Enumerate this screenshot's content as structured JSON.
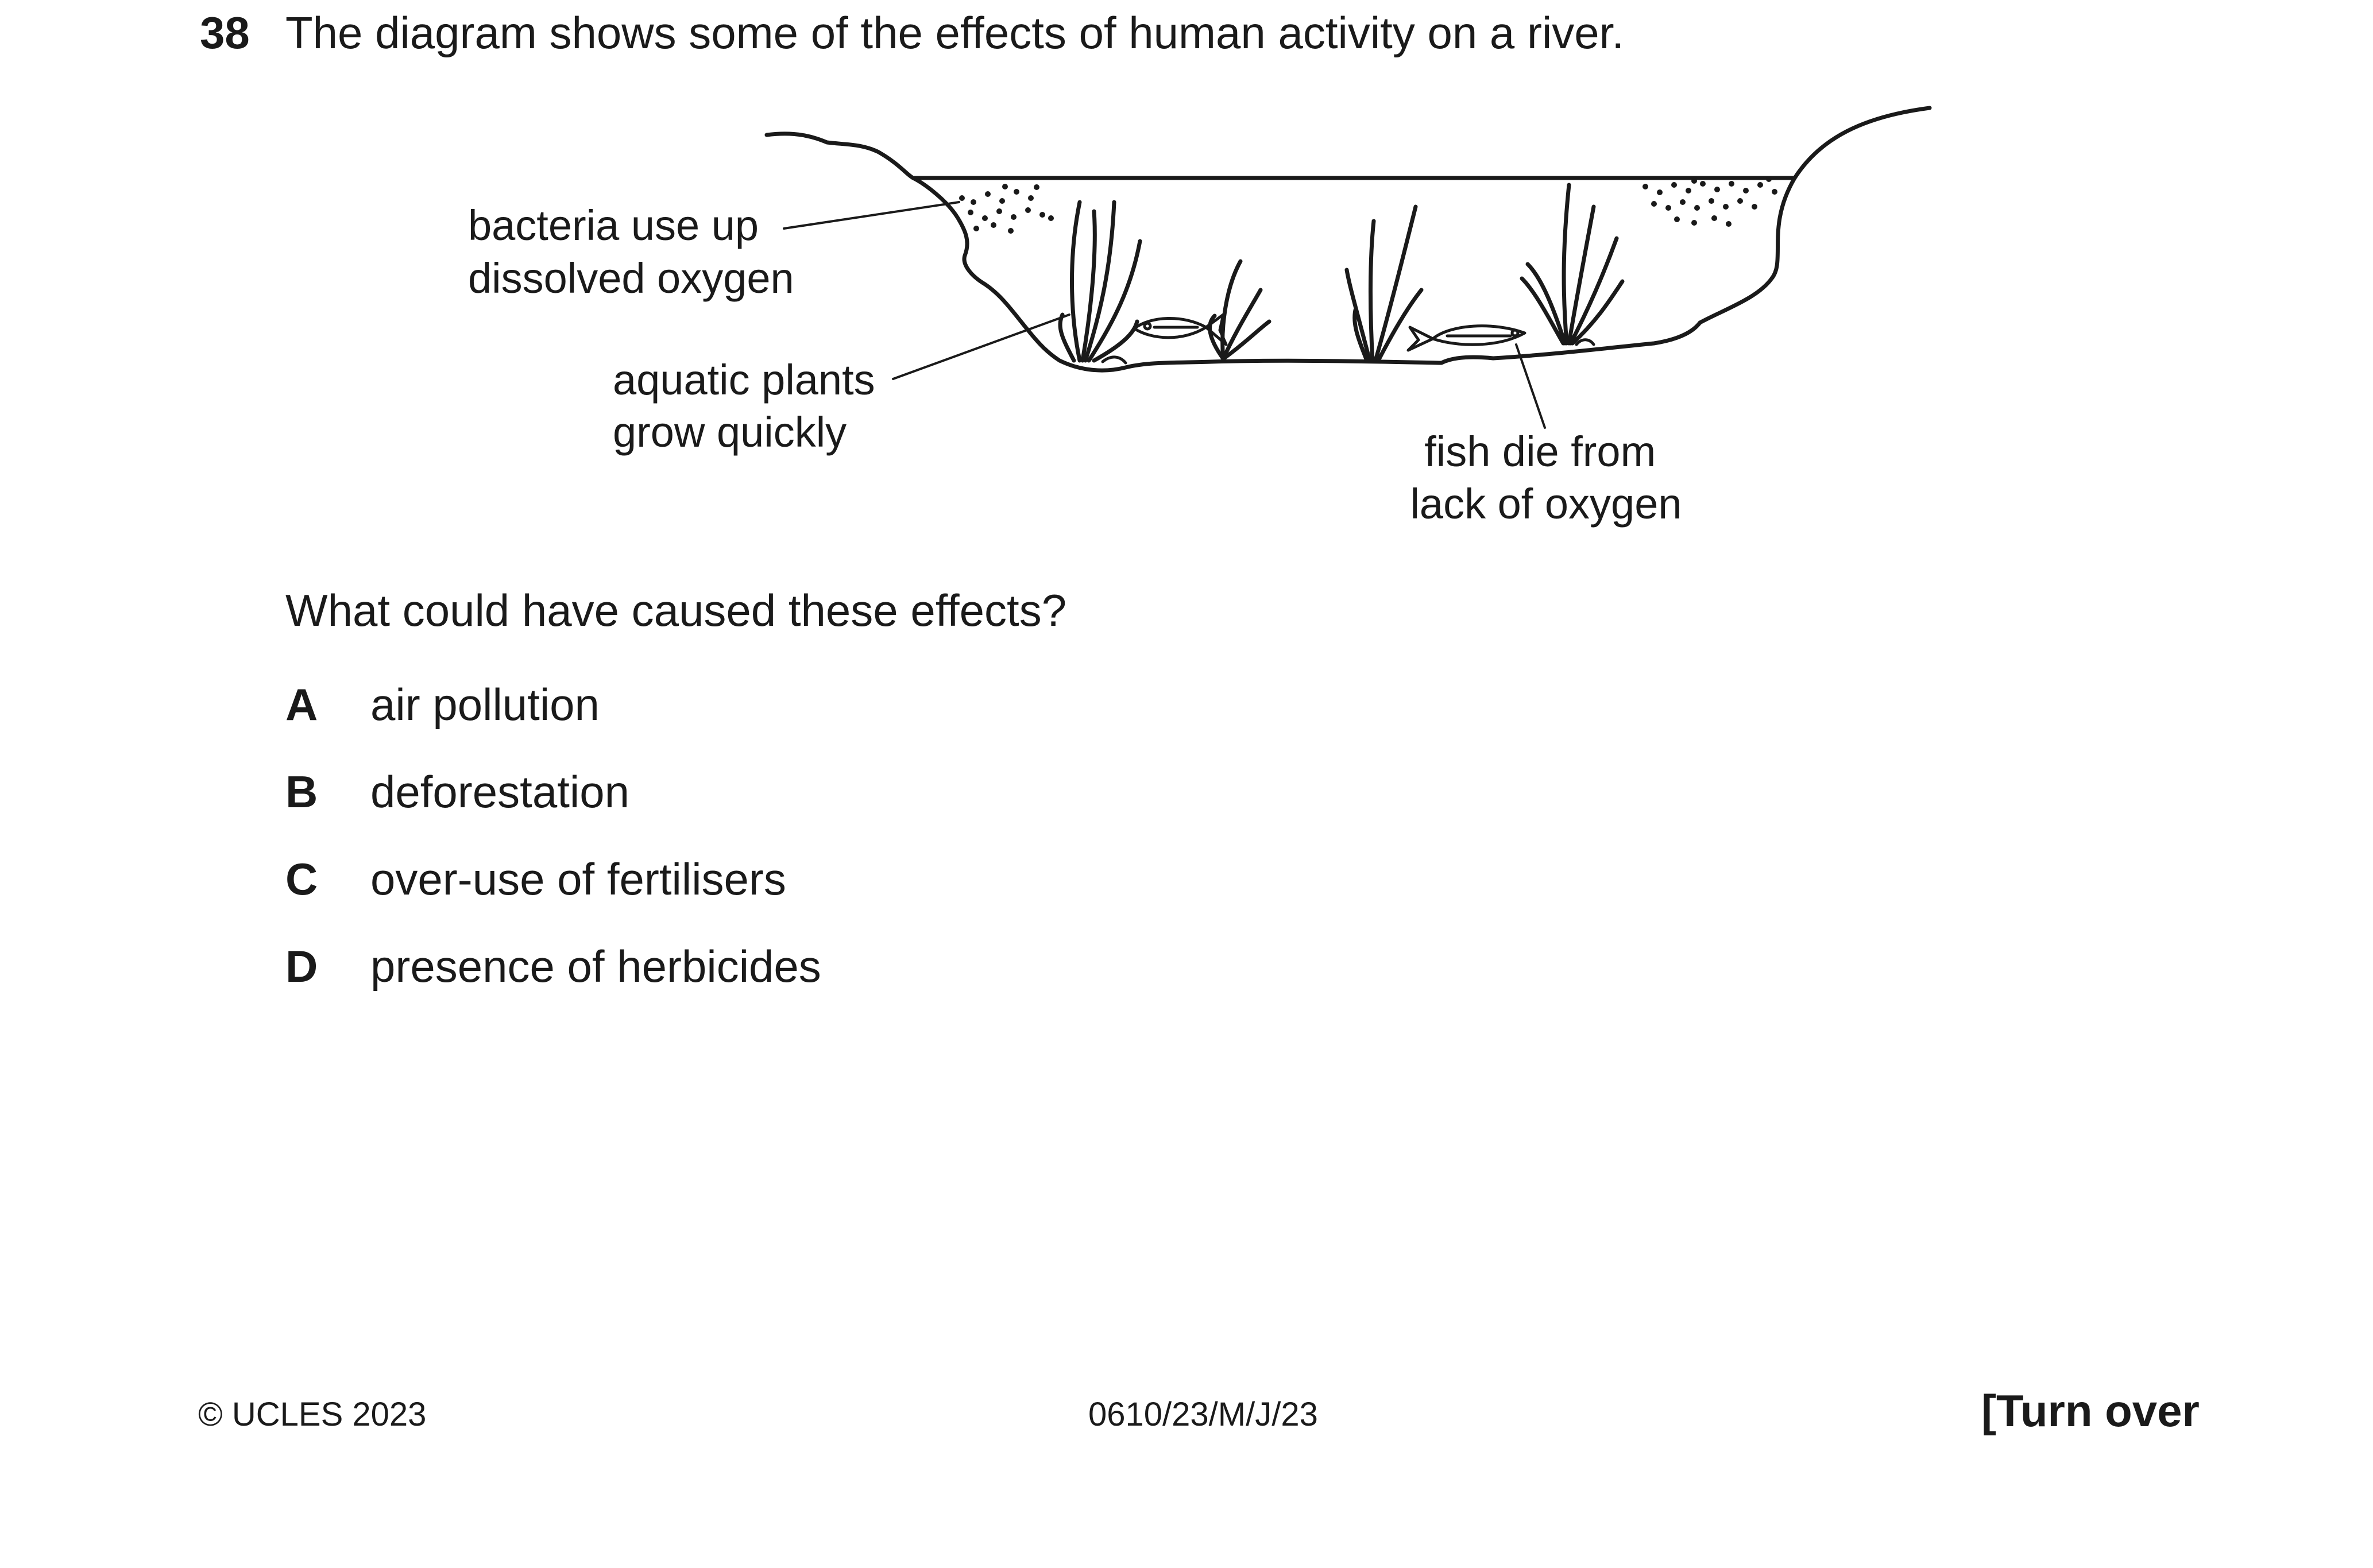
{
  "question": {
    "number": "38",
    "stem": "The diagram shows some of the effects of human activity on a river.",
    "prompt": "What could have caused these effects?"
  },
  "diagram": {
    "labels": {
      "bacteria": [
        "bacteria use up",
        "dissolved oxygen"
      ],
      "plants": [
        "aquatic plants",
        "grow quickly"
      ],
      "fish": [
        "fish die from",
        "lack of oxygen"
      ]
    }
  },
  "options": [
    {
      "letter": "A",
      "text": "air pollution"
    },
    {
      "letter": "B",
      "text": "deforestation"
    },
    {
      "letter": "C",
      "text": "over-use of fertilisers"
    },
    {
      "letter": "D",
      "text": "presence of herbicides"
    }
  ],
  "footer": {
    "copyright": "© UCLES 2023",
    "code": "0610/23/M/J/23",
    "turn_over": "[Turn over"
  }
}
